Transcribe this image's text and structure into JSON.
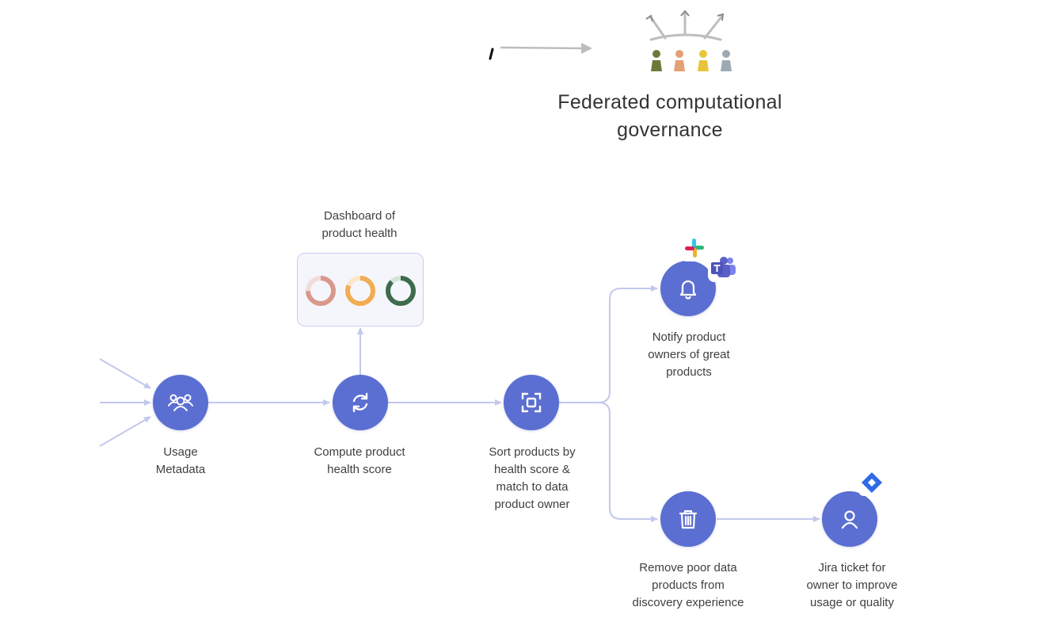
{
  "governance": {
    "title": "Federated computational\ngovernance"
  },
  "dashboard": {
    "label": "Dashboard of\nproduct health"
  },
  "nodes": {
    "usage_metadata": {
      "label": "Usage\nMetadata",
      "icon": "users-icon"
    },
    "compute_score": {
      "label": "Compute product\nhealth score",
      "icon": "refresh-icon"
    },
    "sort_products": {
      "label": "Sort products by\nhealth score &\nmatch to data\nproduct owner",
      "icon": "focus-frame-icon"
    },
    "notify_owners": {
      "label": "Notify product\nowners of great\nproducts",
      "icon": "bell-icon"
    },
    "remove_products": {
      "label": "Remove poor data\nproducts from\ndiscovery experience",
      "icon": "trash-icon"
    },
    "jira_ticket": {
      "label": "Jira ticket for\nowner to improve\nusage or quality",
      "icon": "user-icon"
    }
  },
  "colors": {
    "node": "#5b6ed1",
    "connector": "#c3c8ec",
    "donut_1": "#d9988c",
    "donut_2": "#f2ac52",
    "donut_3": "#3e6b4c",
    "jira": "#2f6ae8",
    "teams": "#5b5fc7"
  }
}
